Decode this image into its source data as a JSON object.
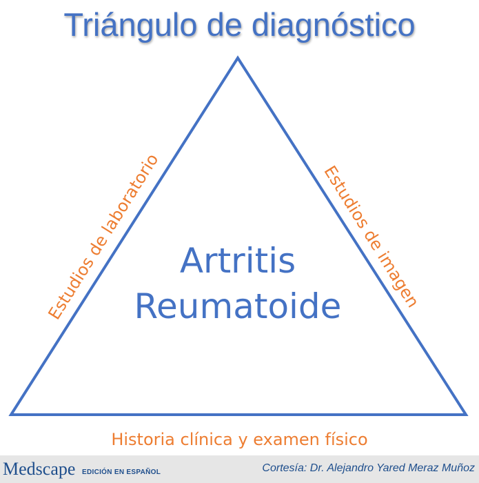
{
  "title": "Triángulo de diagnóstico",
  "center": {
    "line1": "Artritis",
    "line2": "Reumatoide"
  },
  "sides": {
    "left": "Estudios de laboratorio",
    "right": "Estudios de imagen",
    "base": "Historia clínica y examen físico"
  },
  "footer": {
    "brand": "Medscape",
    "brand_sub": "EDICIÓN EN ESPAÑOL",
    "credit": "Cortesía: Dr. Alejandro Yared Meraz Muñoz"
  },
  "colors": {
    "title": "#4472c4",
    "triangle": "#4472c4",
    "center_text": "#4472c4",
    "side_text": "#ed7d31",
    "footer_bg": "#e6e6e6",
    "footer_text": "#1e4e8c"
  }
}
